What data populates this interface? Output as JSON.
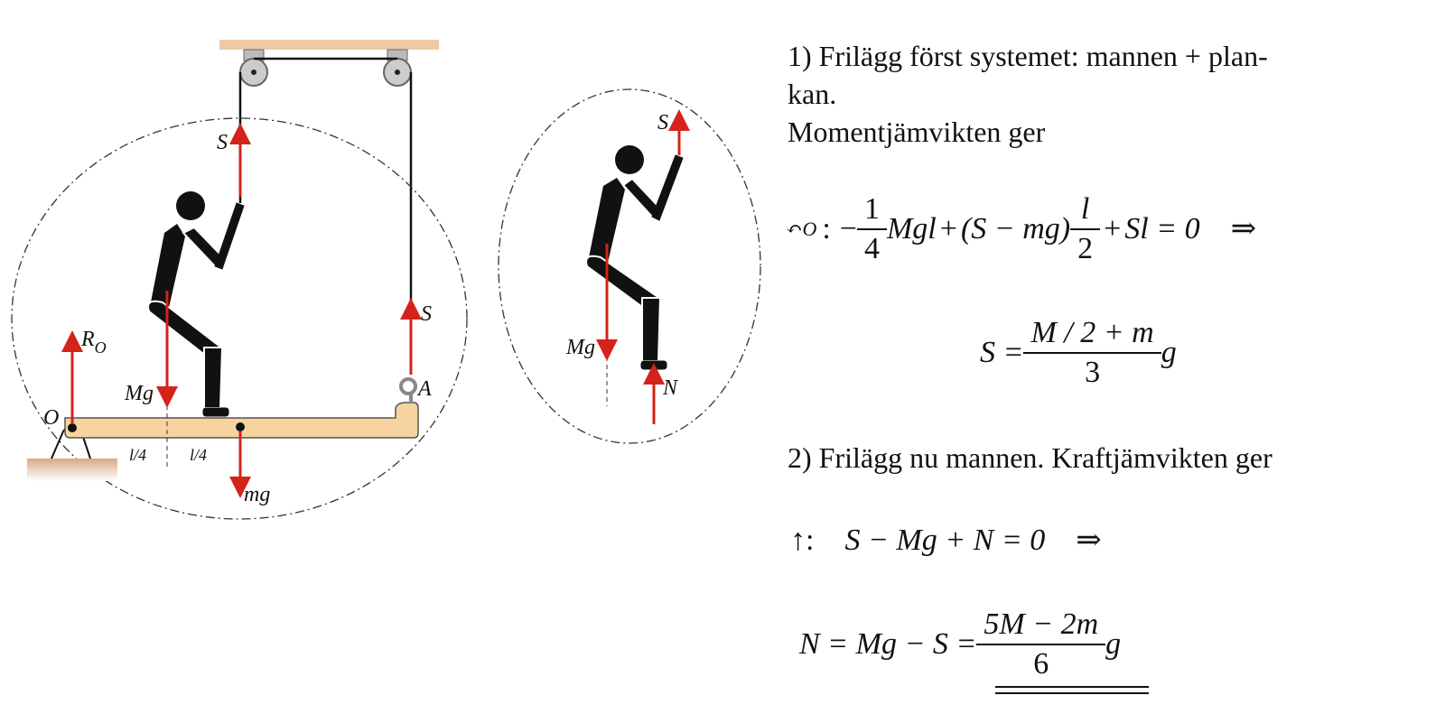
{
  "figure": {
    "labels": {
      "S_left": "S",
      "S_right": "S",
      "R_O": "R",
      "R_O_sub": "O",
      "Mg": "Mg",
      "mg": "mg",
      "O": "O",
      "A": "A",
      "quarter1": "l/4",
      "quarter2": "l/4",
      "S_man": "S",
      "Mg_man": "Mg",
      "N": "N"
    },
    "colors": {
      "force": "#d4231b",
      "plank": "#f7d3a0",
      "ceiling": "#efc9a6",
      "figure": "#111111"
    }
  },
  "text": {
    "step1_line1": "1) Frilägg först systemet: mannen + plan-",
    "step1_line2": "kan.",
    "step1_line3": "Momentjämvikten ger",
    "moment_symbol": "O",
    "eq1": {
      "colon": ":",
      "minus": "−",
      "f1_num": "1",
      "f1_den": "4",
      "t1": "Mgl",
      "plus1": "+",
      "paren": "(S − mg)",
      "f2_num": "l",
      "f2_den": "2",
      "plus2": "+",
      "t2": "Sl = 0",
      "implies": "⇒"
    },
    "eq2": {
      "lhs": "S =",
      "num": "M / 2 + m",
      "den": "3",
      "g": "g"
    },
    "step2": "2) Frilägg nu mannen. Kraftjämvikten ger",
    "eq3": {
      "arrow": "↑:",
      "body": "S − Mg + N = 0",
      "implies": "⇒"
    },
    "eq4": {
      "lhs": "N = Mg − S =",
      "num": "5M − 2m",
      "den": "6",
      "g": "g"
    }
  }
}
